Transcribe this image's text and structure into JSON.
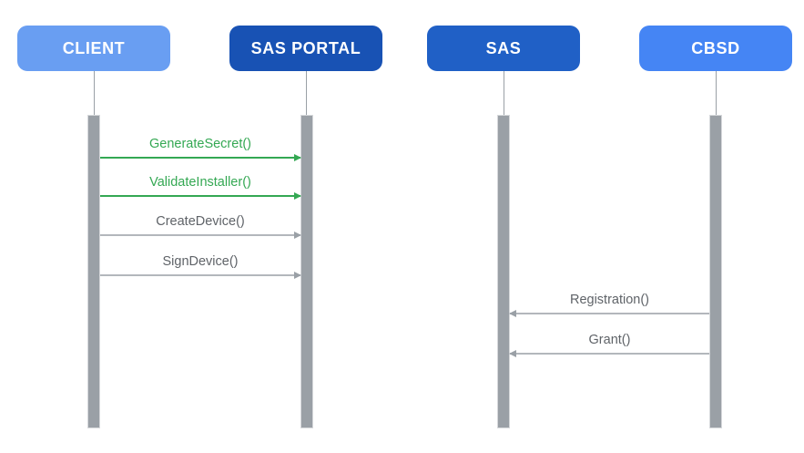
{
  "diagram": {
    "type": "sequence-diagram",
    "background_color": "#ffffff"
  },
  "actors": [
    {
      "id": "client",
      "label": "CLIENT",
      "color": "#699ef2",
      "text_color": "#ffffff"
    },
    {
      "id": "sas-portal",
      "label": "SAS PORTAL",
      "color": "#1852b4",
      "text_color": "#ffffff"
    },
    {
      "id": "sas",
      "label": "SAS",
      "color": "#2060c6",
      "text_color": "#ffffff"
    },
    {
      "id": "cbsd",
      "label": "CBSD",
      "color": "#4585f4",
      "text_color": "#ffffff"
    }
  ],
  "lifelines": {
    "stem_color": "#9aa0a6",
    "bar_color": "#9aa0a6",
    "bar_border_color": "#d6d8db"
  },
  "messages": [
    {
      "label": "GenerateSecret()",
      "from": "CLIENT",
      "to": "SAS PORTAL",
      "direction": "right",
      "text_color": "#34a853",
      "line_color": "#34a853",
      "arrow_color": "#34a853"
    },
    {
      "label": "ValidateInstaller()",
      "from": "CLIENT",
      "to": "SAS PORTAL",
      "direction": "right",
      "text_color": "#34a853",
      "line_color": "#34a853",
      "arrow_color": "#34a853"
    },
    {
      "label": "CreateDevice()",
      "from": "CLIENT",
      "to": "SAS PORTAL",
      "direction": "right",
      "text_color": "#5f6368",
      "line_color": "#b3b7bc",
      "arrow_color": "#9aa0a6"
    },
    {
      "label": "SignDevice()",
      "from": "CLIENT",
      "to": "SAS PORTAL",
      "direction": "right",
      "text_color": "#5f6368",
      "line_color": "#b3b7bc",
      "arrow_color": "#9aa0a6"
    },
    {
      "label": "Registration()",
      "from": "CBSD",
      "to": "SAS",
      "direction": "left",
      "text_color": "#5f6368",
      "line_color": "#b3b7bc",
      "arrow_color": "#9aa0a6"
    },
    {
      "label": "Grant()",
      "from": "CBSD",
      "to": "SAS",
      "direction": "left",
      "text_color": "#5f6368",
      "line_color": "#b3b7bc",
      "arrow_color": "#9aa0a6"
    }
  ]
}
